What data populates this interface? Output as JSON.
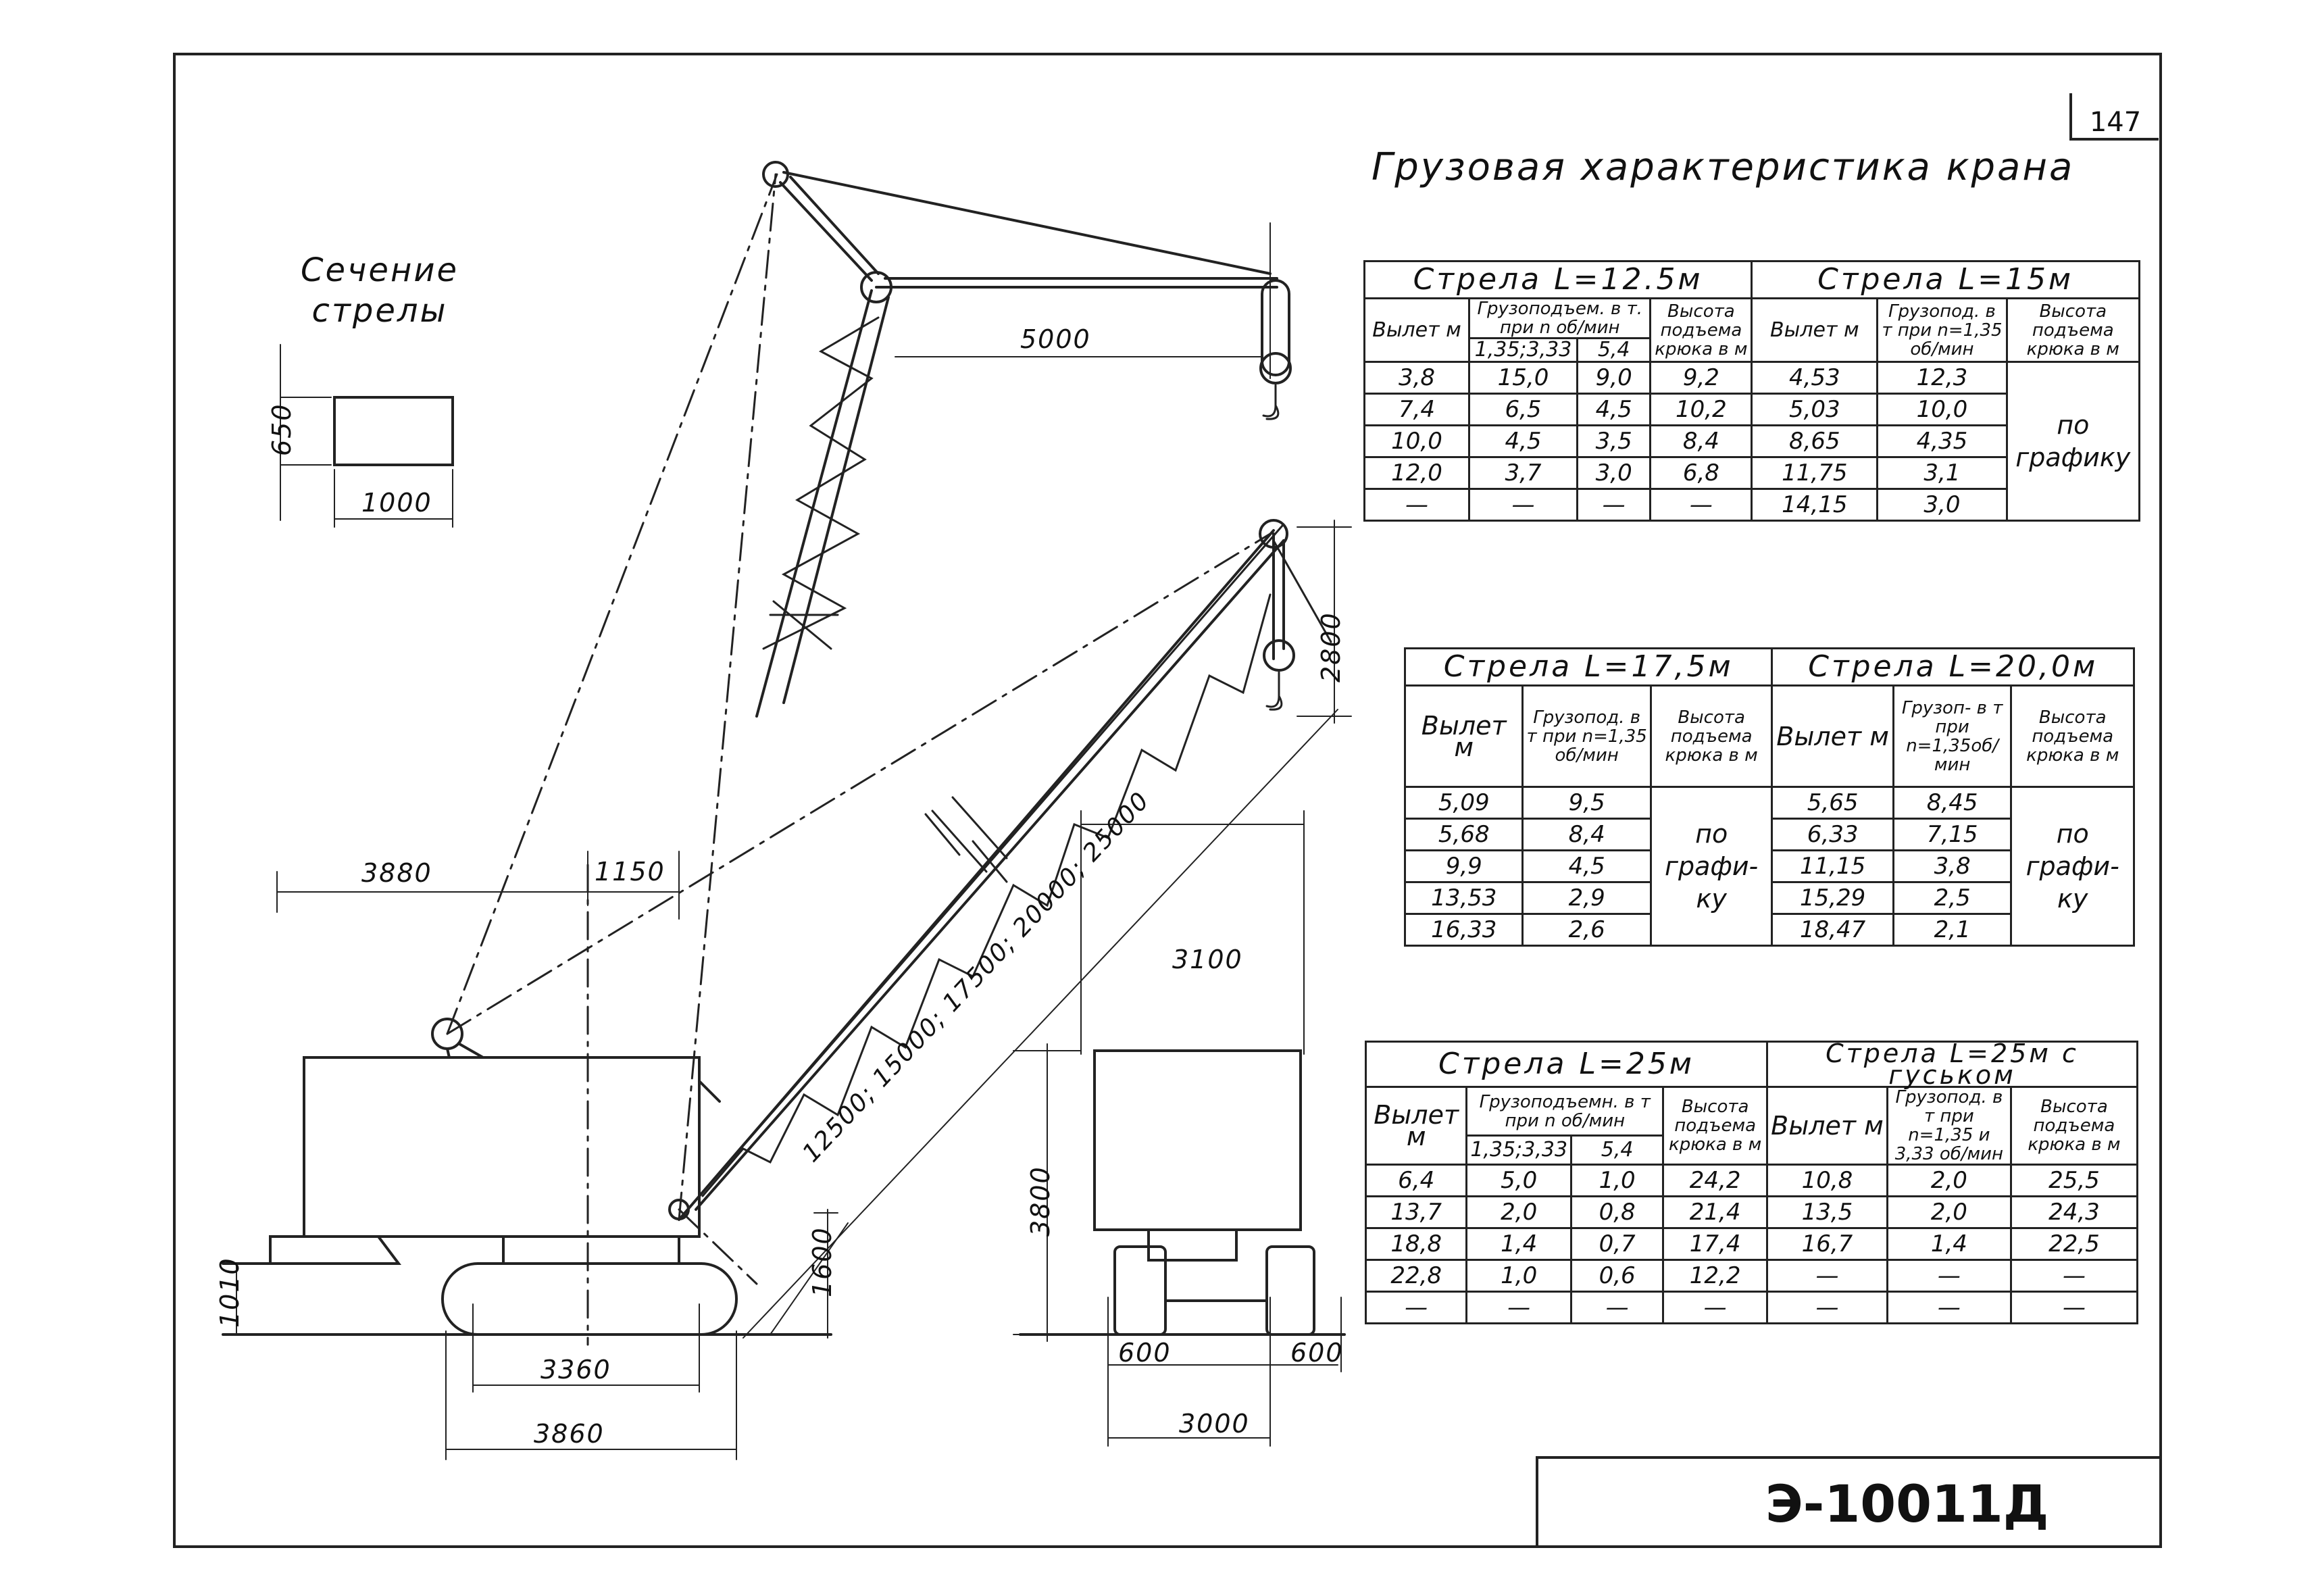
{
  "page_number": "147",
  "title": "Грузовая характеристика крана",
  "section_label": [
    "Сечение",
    "стрелы"
  ],
  "model": "Э-10011Д",
  "dimensions": {
    "boom_section_height": "650",
    "boom_section_width": "1000",
    "hook_reach": "5000",
    "hook_height": "2800",
    "rear_radius": "3880",
    "pivot_offset": "1150",
    "boom_lengths": "12500; 15000; 17500; 20000; 25000",
    "body_width": "3100",
    "body_height": "3800",
    "track_height": "1010",
    "pin_height": "1600",
    "track_base": "3360",
    "track_length": "3860",
    "track_width_left": "600",
    "track_width_right": "600",
    "track_gauge": "3000"
  },
  "tables": {
    "t1": {
      "left_title": "Стрела  L=12.5м",
      "right_title": "Стрела  L=15м",
      "h_reach": "Вылет м",
      "h_load": "Грузоподъем. в т. при n об/мин",
      "h_height": "Высота подъема крюка в м",
      "h_speed1": "1,35;3,33",
      "h_speed2": "5,4",
      "h_reach_r": "Вылет м",
      "h_load_r": "Грузопод. в т при n=1,35 об/мин",
      "h_height_r": "Высота подъема крюка в м",
      "rows_left": [
        [
          "3,8",
          "15,0",
          "9,0",
          "9,2"
        ],
        [
          "7,4",
          "6,5",
          "4,5",
          "10,2"
        ],
        [
          "10,0",
          "4,5",
          "3,5",
          "8,4"
        ],
        [
          "12,0",
          "3,7",
          "3,0",
          "6,8"
        ],
        [
          "—",
          "—",
          "—",
          "—"
        ]
      ],
      "rows_right": [
        [
          "4,53",
          "12,3"
        ],
        [
          "5,03",
          "10,0"
        ],
        [
          "8,65",
          "4,35"
        ],
        [
          "11,75",
          "3,1"
        ],
        [
          "14,15",
          "3,0"
        ]
      ],
      "by_graph": "по графику"
    },
    "t2": {
      "left_title": "Стрела  L=17,5м",
      "right_title": "Стрела L=20,0м",
      "h_reach": "Вылет м",
      "h_load": "Грузопод. в т при n=1,35 об/мин",
      "h_height": "Высота подъема крюка в м",
      "h_reach_r": "Вылет м",
      "h_load_r": "Грузоп- в т при n=1,35об/мин",
      "h_height_r": "Высота подъема крюка в м",
      "rows_left": [
        [
          "5,09",
          "9,5"
        ],
        [
          "5,68",
          "8,4"
        ],
        [
          "9,9",
          "4,5"
        ],
        [
          "13,53",
          "2,9"
        ],
        [
          "16,33",
          "2,6"
        ]
      ],
      "rows_right": [
        [
          "5,65",
          "8,45"
        ],
        [
          "6,33",
          "7,15"
        ],
        [
          "11,15",
          "3,8"
        ],
        [
          "15,29",
          "2,5"
        ],
        [
          "18,47",
          "2,1"
        ]
      ],
      "by_graph_left": "по графи- ку",
      "by_graph_right": "по графи- ку"
    },
    "t3": {
      "left_title": "Стрела L=25м",
      "right_title": "Стрела L=25м с гуськом",
      "h_reach": "Вылет м",
      "h_load": "Грузоподъемн. в т при n об/мин",
      "h_height": "Высота подъема крюка в м",
      "h_speed1": "1,35;3,33",
      "h_speed2": "5,4",
      "h_reach_r": "Вылет м",
      "h_load_r": "Грузопод. в т при n=1,35 и 3,33 об/мин",
      "h_height_r": "Высота подъема крюка в м",
      "rows_left": [
        [
          "6,4",
          "5,0",
          "1,0",
          "24,2"
        ],
        [
          "13,7",
          "2,0",
          "0,8",
          "21,4"
        ],
        [
          "18,8",
          "1,4",
          "0,7",
          "17,4"
        ],
        [
          "22,8",
          "1,0",
          "0,6",
          "12,2"
        ],
        [
          "—",
          "—",
          "—",
          "—"
        ]
      ],
      "rows_right": [
        [
          "10,8",
          "2,0",
          "25,5"
        ],
        [
          "13,5",
          "2,0",
          "24,3"
        ],
        [
          "16,7",
          "1,4",
          "22,5"
        ],
        [
          "—",
          "—",
          "—"
        ],
        [
          "—",
          "—",
          "—"
        ]
      ]
    }
  }
}
